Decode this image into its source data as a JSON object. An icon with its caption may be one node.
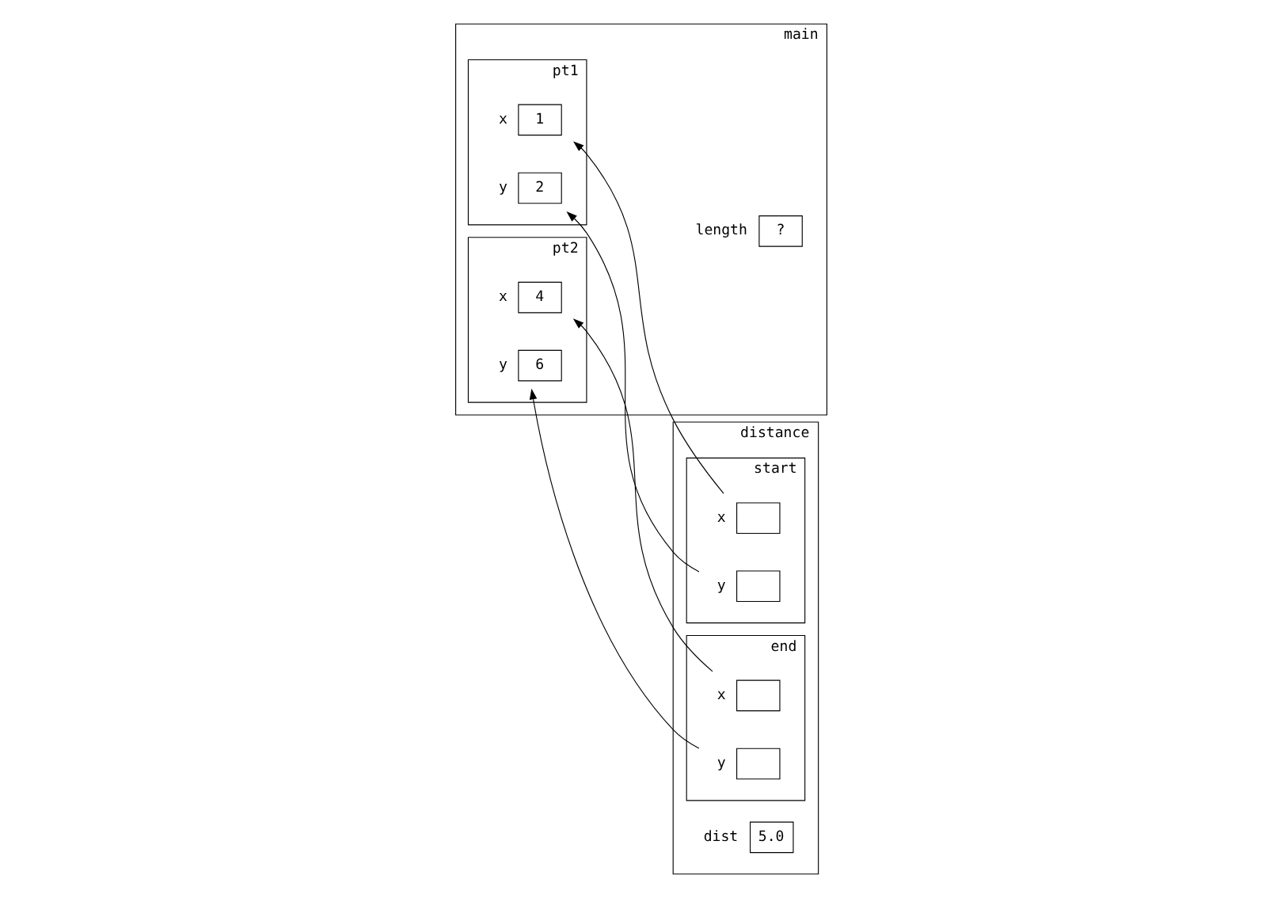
{
  "diagram": {
    "nodes": [
      {
        "text": [
          "main"
        ]
      },
      {
        "text": [
          "pt1"
        ],
        "in": 0
      },
      {
        "text": [
          "1"
        ],
        "beside": [
          "x"
        ],
        "in": 1
      },
      {
        "text": [
          "2"
        ],
        "beside": [
          "y"
        ],
        "in": 1
      },
      {
        "text": [
          "pt2"
        ],
        "in": 0
      },
      {
        "text": [
          "4"
        ],
        "beside": [
          "x"
        ],
        "in": 4
      },
      {
        "text": [
          "6"
        ],
        "beside": [
          "y"
        ],
        "in": 4
      },
      {
        "text": [
          "?"
        ],
        "beside": [
          "length"
        ],
        "in": 0
      },
      {
        "text": [
          "distance"
        ]
      },
      {
        "text": [
          "start"
        ],
        "in": 8
      },
      {
        "text": [],
        "shape": "box",
        "beside": [
          "x"
        ],
        "in": 9
      },
      {
        "text": [],
        "shape": "box",
        "beside": [
          "y"
        ],
        "in": 9
      },
      {
        "text": [
          "end"
        ],
        "in": 8
      },
      {
        "text": [],
        "shape": "box",
        "beside": [
          "x"
        ],
        "in": 12
      },
      {
        "text": [],
        "shape": "box",
        "beside": [
          "y"
        ],
        "in": 12
      },
      {
        "text": [
          "5.0"
        ],
        "beside": [
          "dist"
        ],
        "in": 8
      }
    ],
    "edges": [
      {
        "from": 10,
        "to": 2,
        "arrow": "to"
      },
      {
        "from": 11,
        "to": 3,
        "arrow": "to"
      },
      {
        "from": 13,
        "to": 5,
        "arrow": "to"
      },
      {
        "from": 14,
        "to": 6,
        "arrow": "to"
      }
    ]
  }
}
